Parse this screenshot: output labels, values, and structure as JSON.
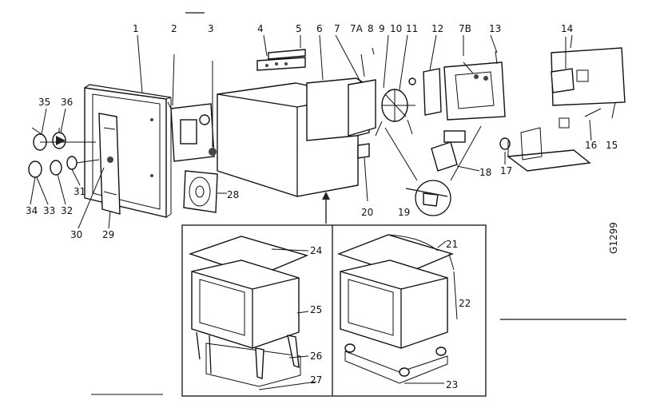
{
  "labels": {
    "l1": "1",
    "l2": "2",
    "l3": "3",
    "l4": "4",
    "l5": "5",
    "l6": "6",
    "l7": "7",
    "l7a": "7A",
    "l8": "8",
    "l9": "9",
    "l10": "10",
    "l11": "11",
    "l12": "12",
    "l7b": "7B",
    "l13": "13",
    "l14": "14",
    "l15": "15",
    "l16": "16",
    "l17": "17",
    "l18": "18",
    "l19": "19",
    "l20": "20",
    "l21": "21",
    "l22": "22",
    "l23": "23",
    "l24": "24",
    "l25": "25",
    "l26": "26",
    "l27": "27",
    "l28": "28",
    "l29": "29",
    "l30": "30",
    "l31": "31",
    "l32": "32",
    "l33": "33",
    "l34": "34",
    "l35": "35",
    "l36": "36"
  },
  "side_code": "G1299"
}
